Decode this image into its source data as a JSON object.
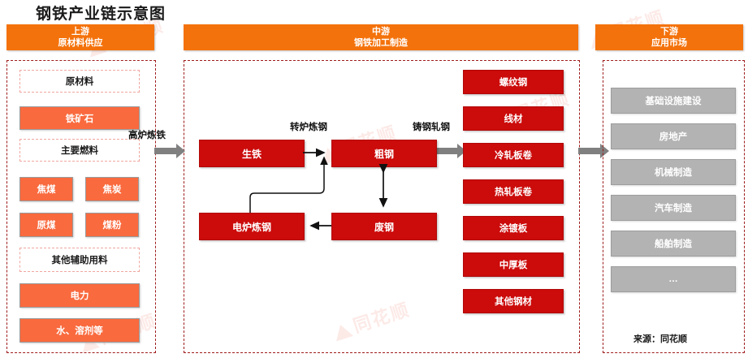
{
  "title": "钢铁产业链示意图",
  "source": "来源：同花顺",
  "colors": {
    "header_orange": "#F4720B",
    "upstream_box_orange": "#F96A3E",
    "midstream_red": "#CC0B0B",
    "downstream_gray": "#B3B3B3",
    "zone_border": "#9E1B1B",
    "arrow_gray": "#808080"
  },
  "upstream": {
    "header_line1": "上游",
    "header_line2": "原材料供应",
    "groups": [
      {
        "label": "原材料",
        "style": "dashed"
      },
      {
        "label": "铁矿石",
        "style": "filled"
      },
      {
        "label": "主要燃料",
        "style": "dashed"
      }
    ],
    "fuel_pairs": [
      {
        "left": "焦煤",
        "right": "焦炭"
      },
      {
        "left": "原煤",
        "right": "煤粉"
      }
    ],
    "aux": {
      "label": "其他辅助用料",
      "style": "dashed"
    },
    "tail": [
      {
        "label": "电力",
        "style": "filled"
      },
      {
        "label": "水、溶剂等",
        "style": "filled"
      }
    ]
  },
  "midstream": {
    "header_line1": "中游",
    "header_line2": "钢铁加工制造",
    "process_labels": {
      "blast_furnace": "高炉炼铁",
      "converter": "转炉炼钢",
      "casting_rolling": "铸钢轧钢"
    },
    "nodes": {
      "pig_iron": "生铁",
      "crude_steel": "粗钢",
      "eaf_steel": "电炉炼钢",
      "scrap_steel": "废钢"
    },
    "products": [
      "螺纹钢",
      "线材",
      "冷轧板卷",
      "热轧板卷",
      "涂镀板",
      "中厚板",
      "其他钢材"
    ]
  },
  "downstream": {
    "header_line1": "下游",
    "header_line2": "应用市场",
    "markets": [
      "基础设施建设",
      "房地产",
      "机械制造",
      "汽车制造",
      "船舶制造",
      "…"
    ]
  },
  "watermarks": [
    "同花顺",
    "同花顺",
    "同花顺",
    "同花顺",
    "同花顺",
    "同花顺"
  ]
}
